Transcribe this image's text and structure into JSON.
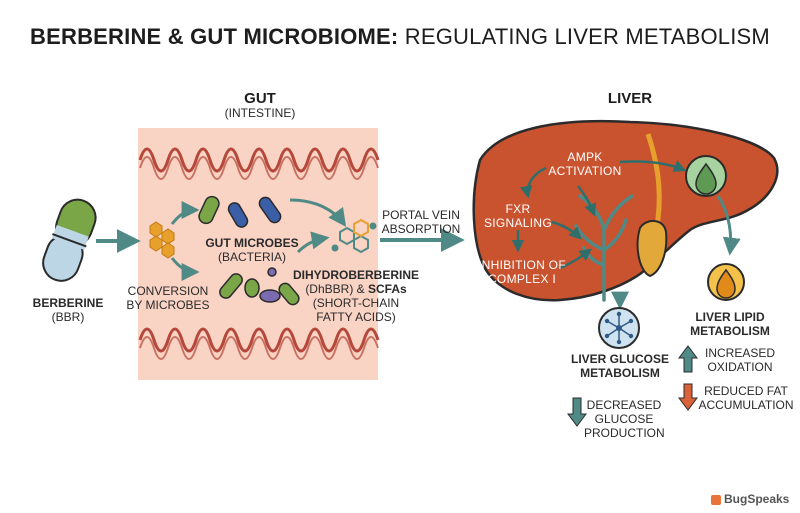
{
  "title": {
    "bold": "BERBERINE & GUT MICROBIOME:",
    "light": "REGULATING LIVER METABOLISM"
  },
  "gut": {
    "header": "GUT",
    "sub": "(INTESTINE)"
  },
  "liver": {
    "header": "LIVER"
  },
  "berberine": {
    "name": "BERBERINE",
    "abbr": "(BBR)"
  },
  "conversion": {
    "line1": "CONVERSION",
    "line2": "BY MICROBES"
  },
  "microbes": {
    "line1": "GUT MICROBES",
    "line2": "(BACTERIA)"
  },
  "dhbbr": {
    "line1_a": "DIHYDROBERBERINE",
    "line2_a": "(DhBBR) & ",
    "line2_b": "SCFAs",
    "line3": "(SHORT-CHAIN",
    "line4": "FATTY ACIDS)"
  },
  "portal": {
    "line1": "PORTAL VEIN",
    "line2": "ABSORPTION"
  },
  "ampk": {
    "line1": "AMPK",
    "line2": "ACTIVATION"
  },
  "fxr": {
    "line1": "FXR",
    "line2": "SIGNALING"
  },
  "complex": {
    "line1": "INHIBITION OF",
    "line2": "COMPLEX I"
  },
  "glucose": {
    "header1": "LIVER GLUCOSE",
    "header2": "METABOLISM",
    "item1": "DECREASED",
    "item2": "GLUCOSE",
    "item3": "PRODUCTION"
  },
  "lipid": {
    "header1": "LIVER LIPID",
    "header2": "METABOLISM",
    "up1": "INCREASED",
    "up2": "OXIDATION",
    "down1": "REDUCED FAT",
    "down2": "ACCUMULATION"
  },
  "logo": {
    "text": "BugSpeaks"
  },
  "colors": {
    "liver": "#c9532f",
    "gallbladder": "#e3a83a",
    "gut_bg": "#f9d3c4",
    "villi": "#b5483a",
    "arrow": "#4f8a86",
    "microbe_green": "#7aa648",
    "microbe_blue": "#3a5fa6",
    "microbe_purple": "#7b6bb0",
    "hexagon": "#e8a02c"
  }
}
